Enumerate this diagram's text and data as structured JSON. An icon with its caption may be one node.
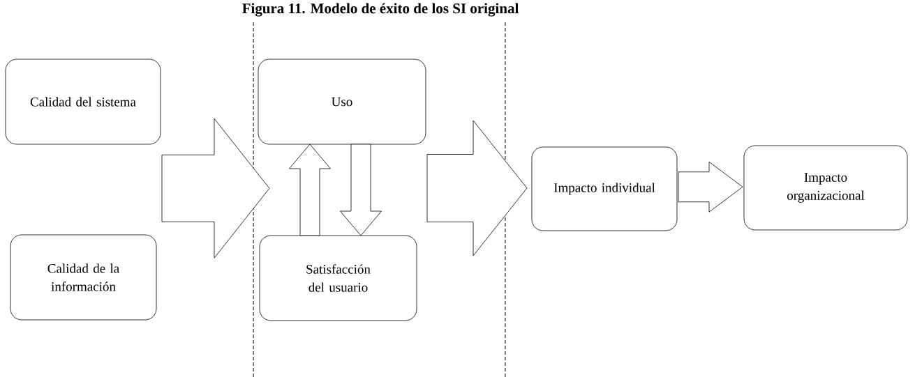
{
  "diagram": {
    "title": "Figura 11. Modelo de éxito de los SI original",
    "nodes": [
      {
        "text": [
          "Calidad del sistema"
        ]
      },
      {
        "text": [
          "Calidad de la información"
        ]
      },
      {
        "text": [
          "Uso"
        ]
      },
      {
        "text": [
          "Satisfacción del usuario"
        ]
      },
      {
        "text": [
          "Impacto individual"
        ]
      },
      {
        "text": [
          "Impacto organizacional"
        ]
      }
    ],
    "edges": [
      {
        "from": 0,
        "to": 2,
        "arrow": "to"
      },
      {
        "from": 0,
        "to": 3,
        "arrow": "to"
      },
      {
        "from": 1,
        "to": 2,
        "arrow": "to"
      },
      {
        "from": 1,
        "to": 3,
        "arrow": "to"
      },
      {
        "from": 3,
        "to": 2,
        "arrow": "to"
      },
      {
        "from": 2,
        "to": 3,
        "arrow": "to"
      },
      {
        "from": 2,
        "to": 4,
        "arrow": "to"
      },
      {
        "from": 3,
        "to": 4,
        "arrow": "to"
      },
      {
        "from": 4,
        "to": 5,
        "arrow": "to"
      }
    ]
  }
}
